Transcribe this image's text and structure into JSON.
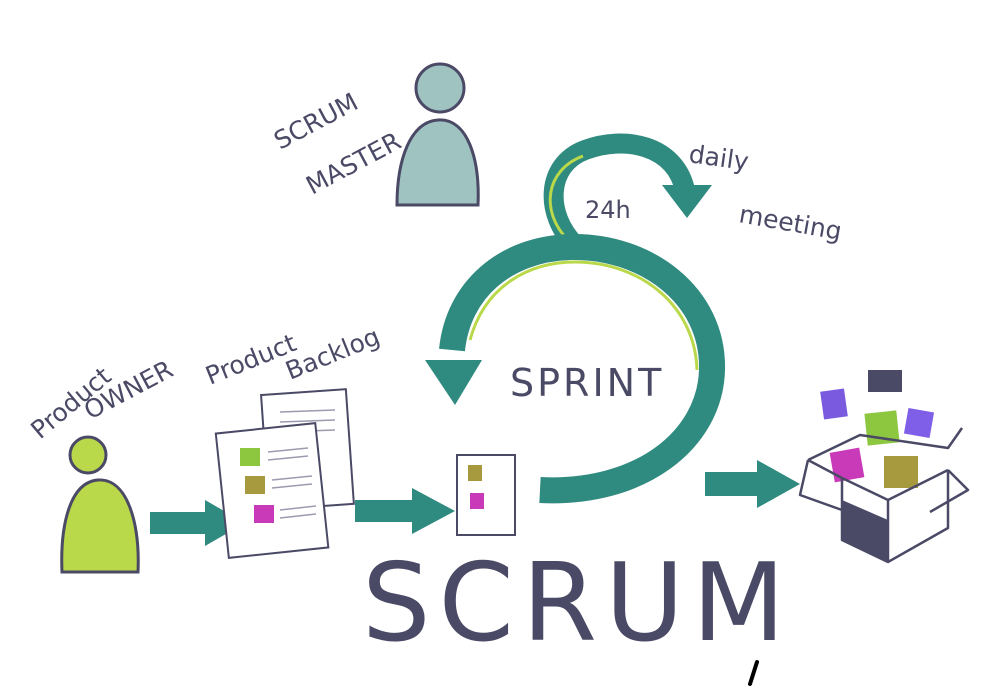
{
  "diagram": {
    "title": "SCRUM",
    "scrum_master": {
      "line1": "SCRUM",
      "line2": "MASTER"
    },
    "daily_meeting": {
      "line1": "daily",
      "line2": "meeting",
      "interval": "24h"
    },
    "sprint_label": "SPRINT",
    "product_owner": {
      "line1": "Product",
      "line2": "OWNER"
    },
    "product_backlog": {
      "line1": "Product",
      "line2": "Backlog"
    }
  },
  "colors": {
    "teal": "#2f8a7f",
    "teal_light": "#7fb9b2",
    "lime": "#b9d84a",
    "master_gray": "#9fc3c0",
    "ink": "#4b4a66",
    "item_green": "#8dc63f",
    "item_olive": "#a79a3e",
    "item_magenta": "#c93ab8",
    "box_purple": "#7a5be0",
    "box_dark": "#4b4a66",
    "box_violet": "#7f5ee8"
  }
}
